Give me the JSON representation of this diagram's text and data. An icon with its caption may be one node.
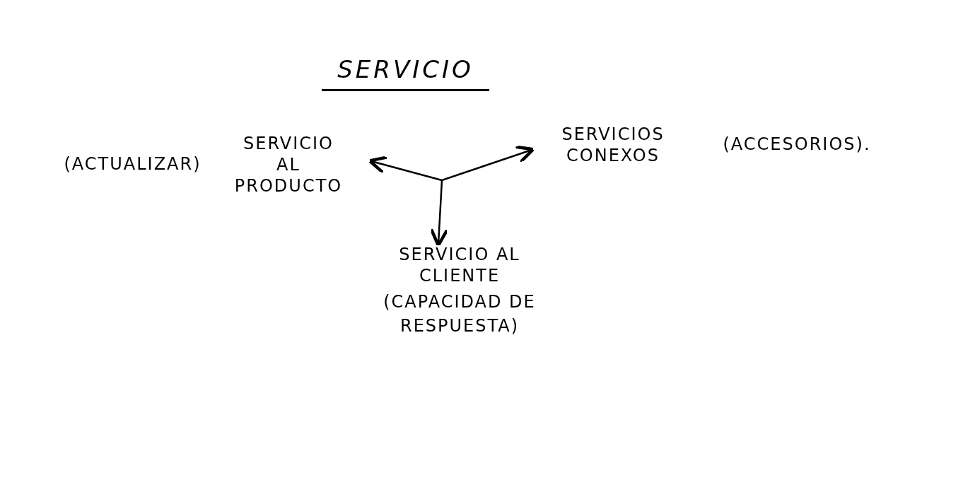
{
  "diagram": {
    "title": "SERVICIO",
    "nodes": [
      {
        "text": [
          "(ACTUALIZAR)",
          "SERVICIO AL PRODUCTO"
        ]
      },
      {
        "text": [
          "SERVICIOS CONEXOS",
          "(ACCESORIOS)."
        ]
      },
      {
        "text": [
          "SERVICIO AL CLIENTE",
          "(CAPACIDAD DE RESPUESTA)"
        ]
      }
    ],
    "edges": [
      {
        "from": null,
        "to": 0,
        "arrow": "to"
      },
      {
        "from": null,
        "to": 1,
        "arrow": "to"
      },
      {
        "from": null,
        "to": 2,
        "arrow": "to"
      }
    ]
  }
}
